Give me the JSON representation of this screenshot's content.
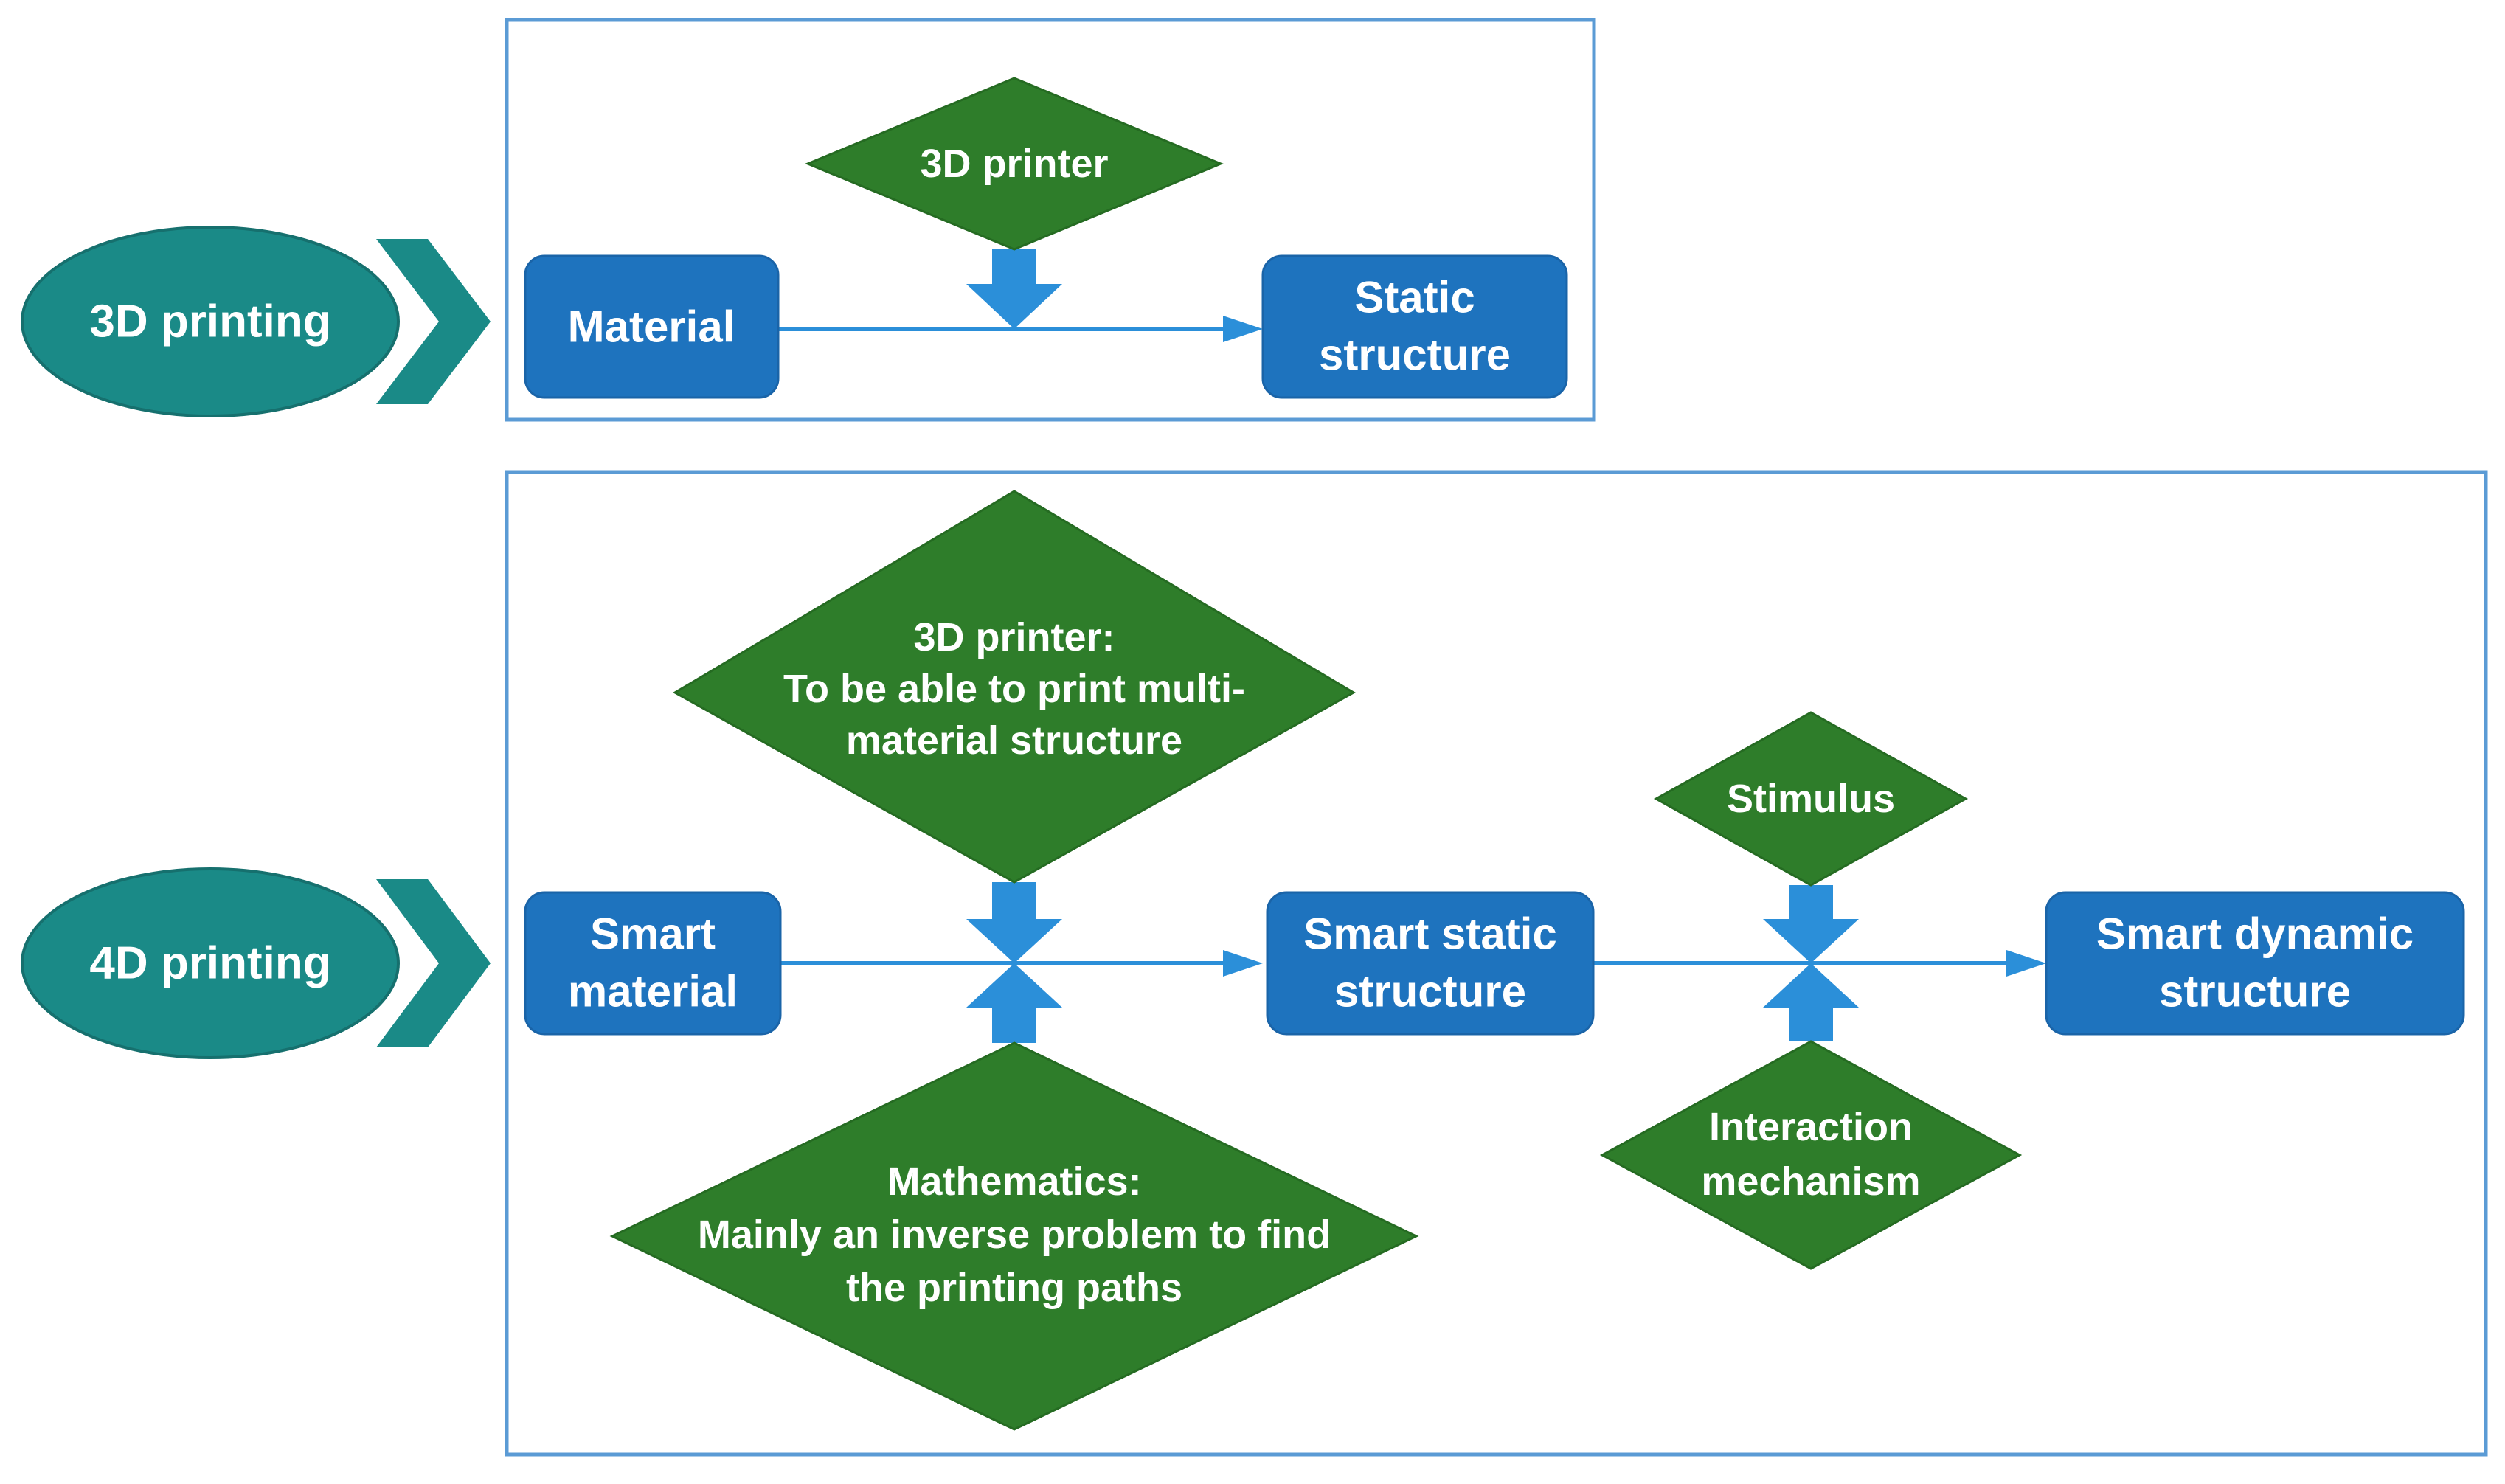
{
  "rows": {
    "printing_3d": {
      "label": "3D printing",
      "material": [
        "Material"
      ],
      "printer": [
        "3D printer"
      ],
      "output": [
        "Static",
        "structure"
      ]
    },
    "printing_4d": {
      "label": "4D printing",
      "material": [
        "Smart",
        "material"
      ],
      "printer": [
        "3D printer:",
        "To be able to print multi-",
        "material structure"
      ],
      "mathematics": [
        "Mathematics:",
        "Mainly an inverse problem to find",
        "the printing paths"
      ],
      "static_structure": [
        "Smart static",
        "structure"
      ],
      "stimulus": [
        "Stimulus"
      ],
      "interaction": [
        "Interaction",
        "mechanism"
      ],
      "dynamic_structure": [
        "Smart dynamic",
        "structure"
      ]
    }
  },
  "colors": {
    "teal": "#1a8a87",
    "blue": "#1e73be",
    "green": "#2e7d2a",
    "arrow": "#2b8fd9",
    "panel_border": "#5b9bd5"
  }
}
